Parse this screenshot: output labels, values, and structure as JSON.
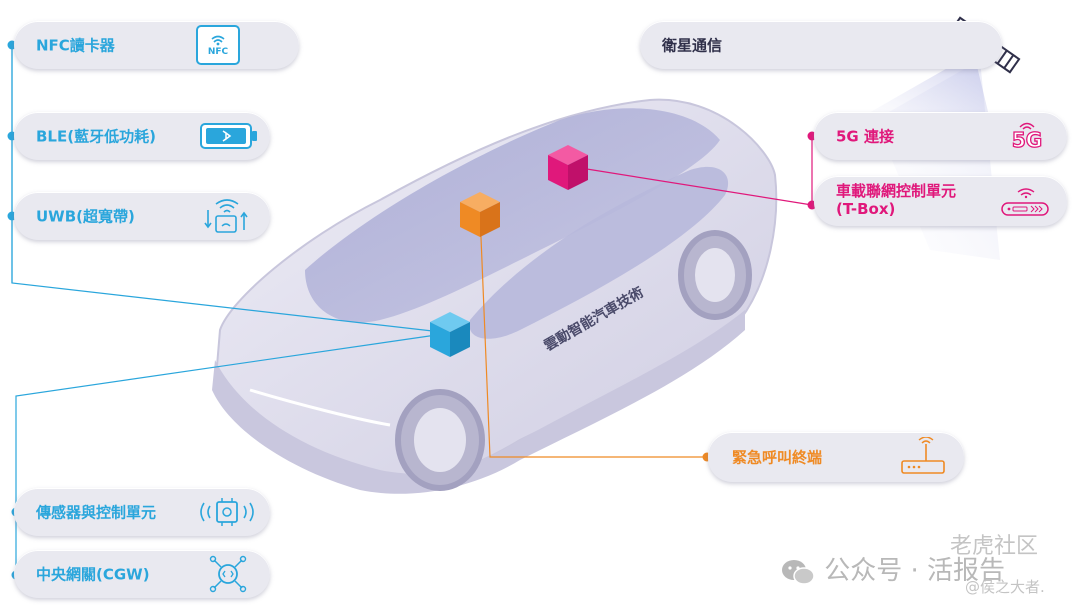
{
  "left_labels": [
    {
      "label": "NFC讀卡器",
      "icon": "nfc-icon"
    },
    {
      "label": "BLE(藍牙低功耗)",
      "icon": "battery-bluetooth-icon"
    },
    {
      "label": "UWB(超寬帶)",
      "icon": "uwb-signal-icon"
    },
    {
      "label": "傳感器與控制單元",
      "icon": "chip-sensor-icon"
    },
    {
      "label": "中央網關(CGW)",
      "icon": "gateway-icon"
    }
  ],
  "right_labels": {
    "satellite": {
      "label": "衛星通信",
      "icon": "satellite-icon"
    },
    "g5": {
      "label": "5G 連接",
      "icon": "5g-icon"
    },
    "tbox": {
      "label": "車載聯網控制單元",
      "label2": "(T-Box)",
      "icon": "router-icon"
    },
    "ecall": {
      "label": "緊急呼叫終端",
      "icon": "antenna-terminal-icon"
    }
  },
  "icons": {
    "nfc": "NFC",
    "g5": "5G"
  },
  "car_text": "雲動智能汽車技術",
  "watermark": {
    "line1": "公众号 · 活报告",
    "line2": "老虎社区",
    "line3": "@侯之大者."
  },
  "colors": {
    "blue": "#2aa6dc",
    "pink": "#e0187b",
    "orange": "#ef8a24",
    "car": "#dcdaea"
  }
}
